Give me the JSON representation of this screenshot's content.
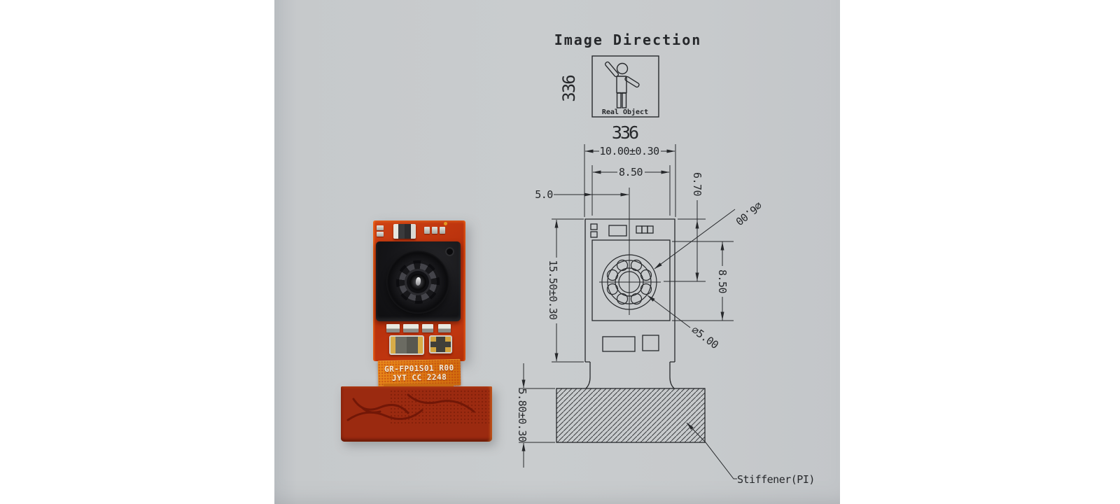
{
  "scene": {
    "canvas_bg": "#c8cbcd",
    "page_bg": "#ffffff",
    "line_color": "#26282b"
  },
  "drawing": {
    "title": "Image Direction",
    "orientation_box": {
      "label": "Real Object",
      "side_value": "336",
      "bottom_value": "336"
    },
    "dimensions": {
      "overall_width": "10.00±0.30",
      "inner_width": "8.50",
      "lens_offset_x": "5.0",
      "lens_center_from_top": "6.70",
      "overall_height": "15.50±0.30",
      "inner_height": "8.50",
      "lens_outer_diameter": "⌀6.00",
      "lens_inner_diameter": "⌀5.00",
      "stiffener_thickness": "5.80±0.30"
    },
    "callouts": {
      "stiffener": "Stiffener(PI)"
    }
  },
  "photo": {
    "pcb_color": "#c23a10",
    "flex_color": "#dd7b13",
    "stiffener_color": "#9b2a10",
    "lens_color": "#141417",
    "marking": {
      "line1": "GR-FP01S01 R00",
      "line2": "JYT CC 2248"
    }
  }
}
